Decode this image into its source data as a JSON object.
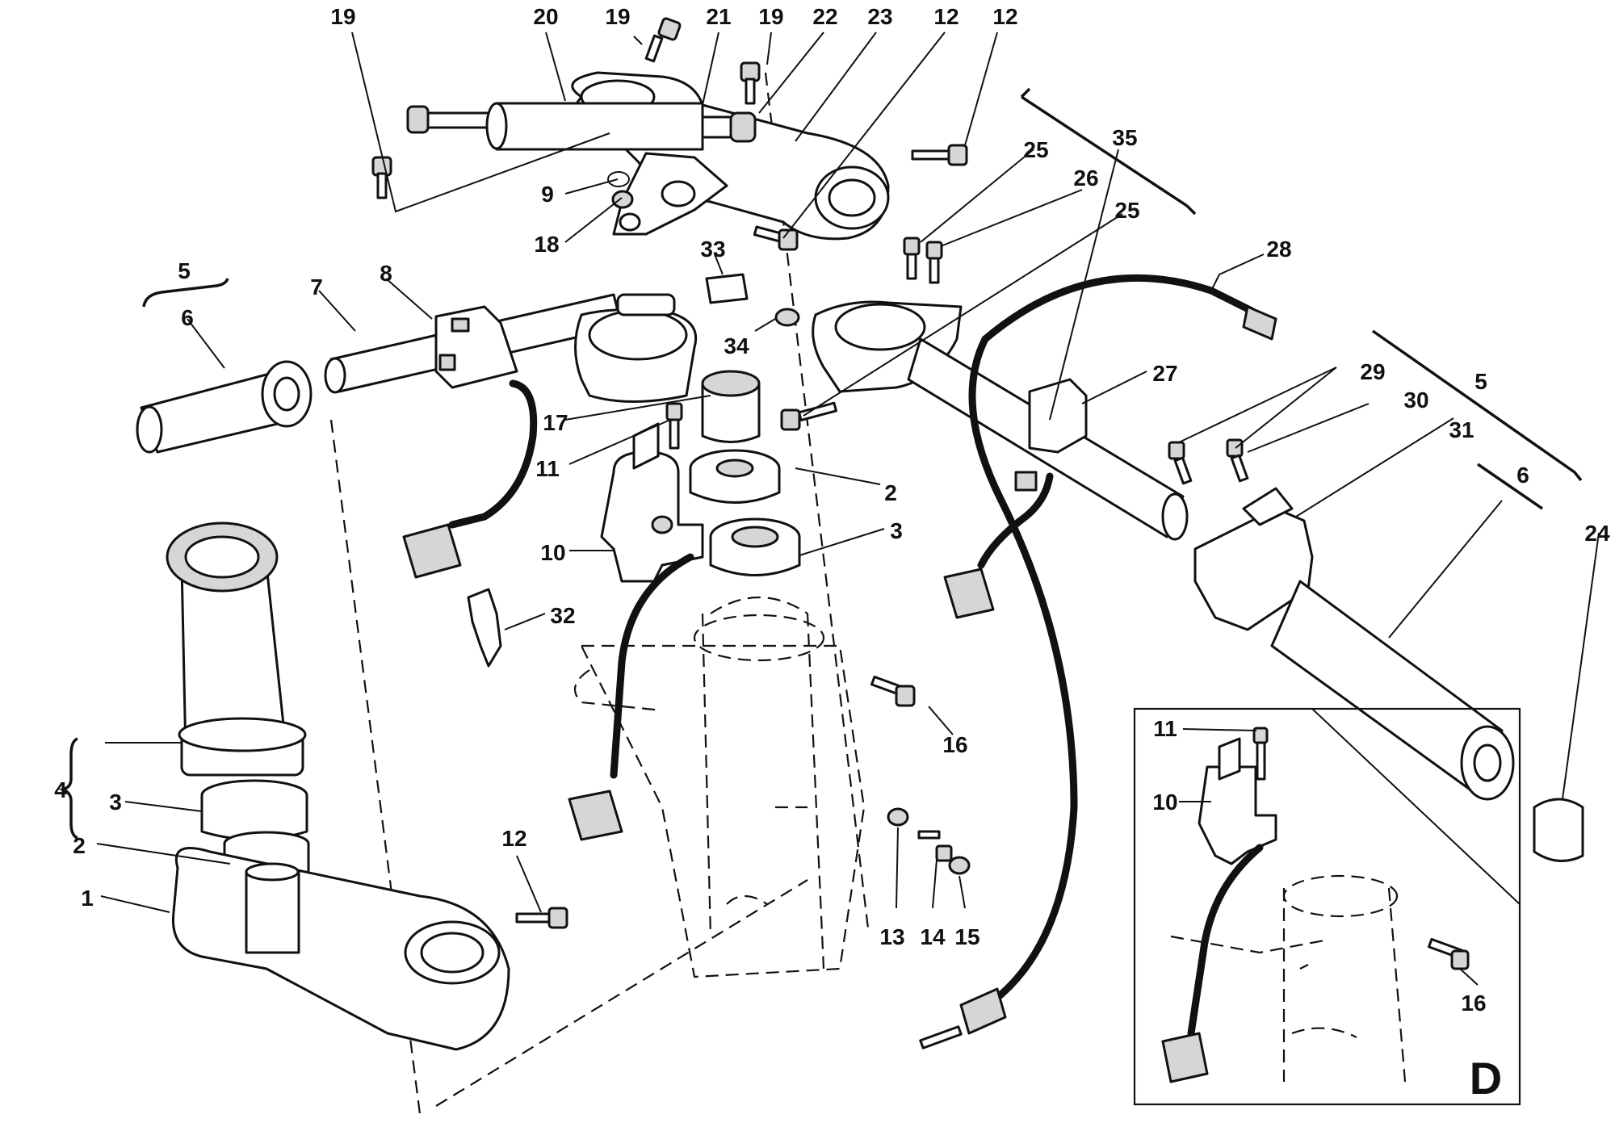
{
  "diagram": {
    "callouts": [
      {
        "id": "c19a",
        "text": "19"
      },
      {
        "id": "c20",
        "text": "20"
      },
      {
        "id": "c19b",
        "text": "19"
      },
      {
        "id": "c21",
        "text": "21"
      },
      {
        "id": "c19c",
        "text": "19"
      },
      {
        "id": "c22",
        "text": "22"
      },
      {
        "id": "c23",
        "text": "23"
      },
      {
        "id": "c12a",
        "text": "12"
      },
      {
        "id": "c12b",
        "text": "12"
      },
      {
        "id": "c35",
        "text": "35"
      },
      {
        "id": "c25a",
        "text": "25"
      },
      {
        "id": "c26",
        "text": "26"
      },
      {
        "id": "c25b",
        "text": "25"
      },
      {
        "id": "c9",
        "text": "9"
      },
      {
        "id": "c18",
        "text": "18"
      },
      {
        "id": "c33",
        "text": "33"
      },
      {
        "id": "c28",
        "text": "28"
      },
      {
        "id": "c5a",
        "text": "5"
      },
      {
        "id": "c6a",
        "text": "6"
      },
      {
        "id": "c7",
        "text": "7"
      },
      {
        "id": "c8",
        "text": "8"
      },
      {
        "id": "c34",
        "text": "34"
      },
      {
        "id": "c17",
        "text": "17"
      },
      {
        "id": "c11a",
        "text": "11"
      },
      {
        "id": "c27",
        "text": "27"
      },
      {
        "id": "c29",
        "text": "29"
      },
      {
        "id": "c30",
        "text": "30"
      },
      {
        "id": "c5b",
        "text": "5"
      },
      {
        "id": "c31",
        "text": "31"
      },
      {
        "id": "c6b",
        "text": "6"
      },
      {
        "id": "c2a",
        "text": "2"
      },
      {
        "id": "c3a",
        "text": "3"
      },
      {
        "id": "c10a",
        "text": "10"
      },
      {
        "id": "c32",
        "text": "32"
      },
      {
        "id": "c24",
        "text": "24"
      },
      {
        "id": "c16a",
        "text": "16"
      },
      {
        "id": "c4",
        "text": "4"
      },
      {
        "id": "c3b",
        "text": "3"
      },
      {
        "id": "c2b",
        "text": "2"
      },
      {
        "id": "c1",
        "text": "1"
      },
      {
        "id": "c12c",
        "text": "12"
      },
      {
        "id": "c13",
        "text": "13"
      },
      {
        "id": "c14",
        "text": "14"
      },
      {
        "id": "c15",
        "text": "15"
      },
      {
        "id": "c11b",
        "text": "11"
      },
      {
        "id": "c10b",
        "text": "10"
      },
      {
        "id": "c16b",
        "text": "16"
      }
    ],
    "detail_label": "D"
  }
}
